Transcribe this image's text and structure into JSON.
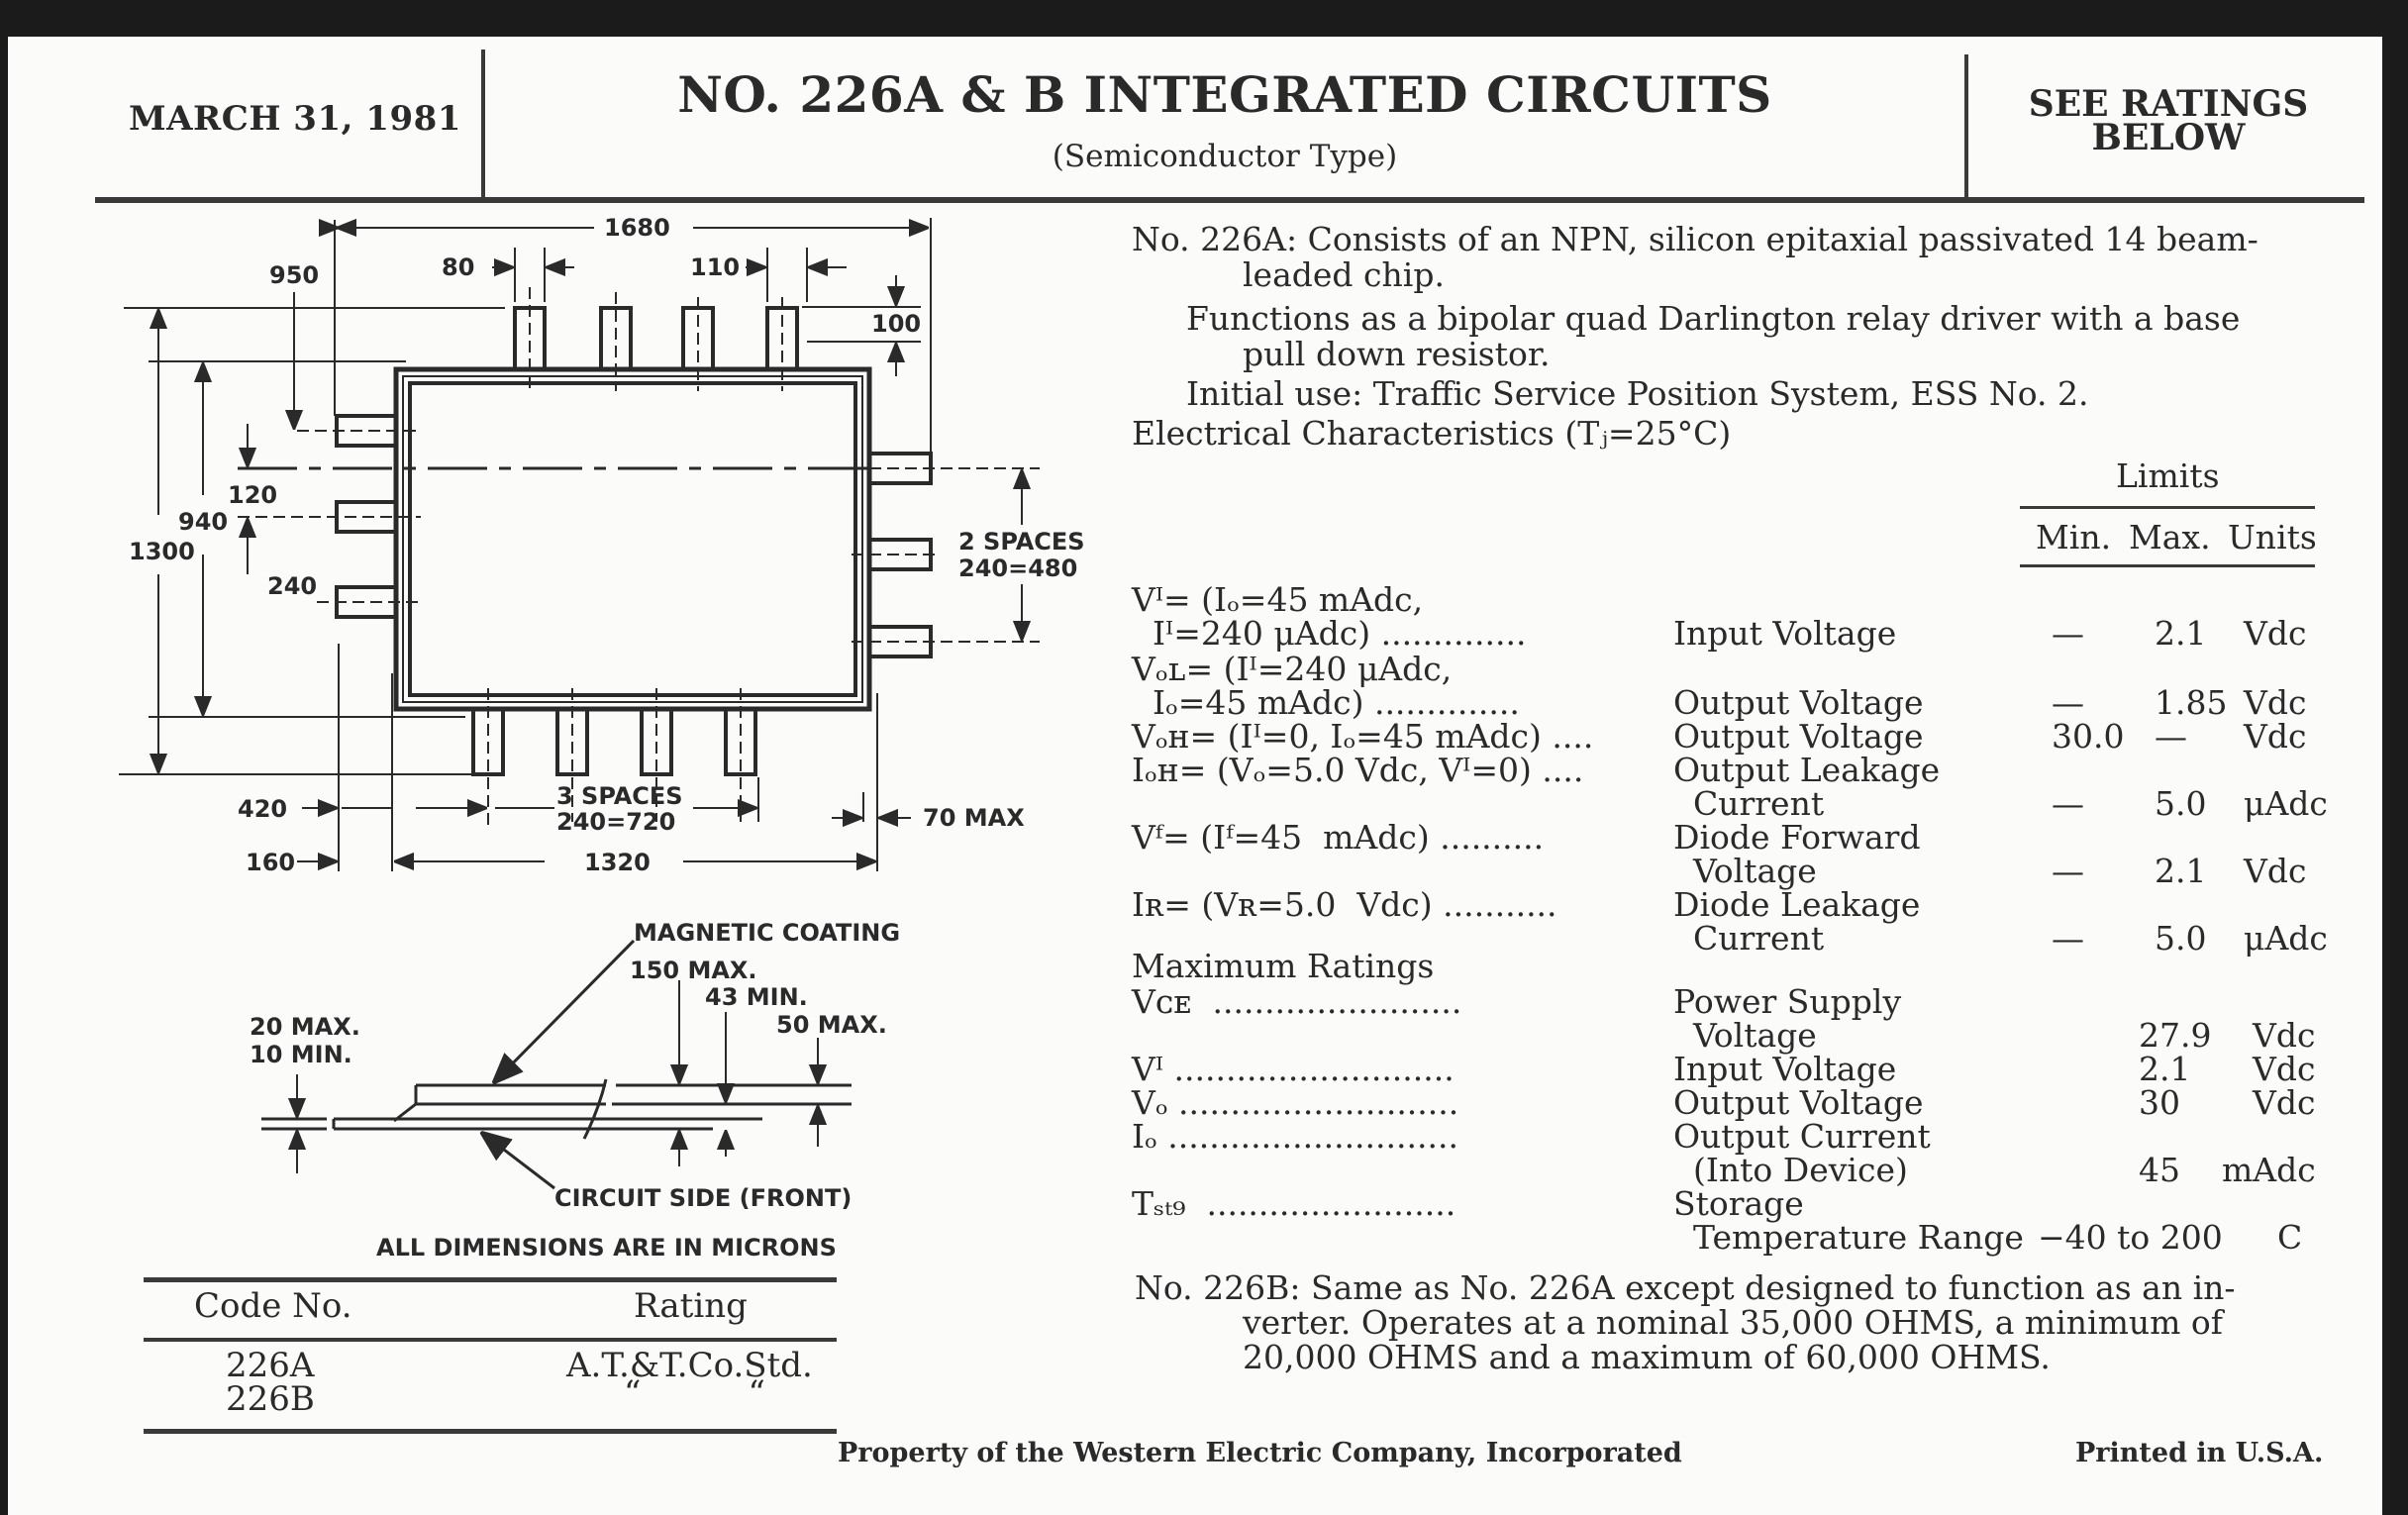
{
  "header": {
    "date": "MARCH 31, 1981",
    "title": "NO. 226A & B INTEGRATED CIRCUITS",
    "subtitle": "(Semiconductor Type)",
    "ratings_note_line1": "SEE RATINGS",
    "ratings_note_line2": "BELOW"
  },
  "drawing": {
    "dims": {
      "d1680": "1680",
      "d950": "950",
      "d80": "80",
      "d110": "110",
      "d100": "100",
      "d120": "120",
      "d940": "940",
      "d1300": "1300",
      "d240": "240",
      "spaces2_line1": "2 SPACES",
      "spaces2_line2": "240=480",
      "d420": "420",
      "spaces3_line1": "3 SPACES",
      "spaces3_line2": "240=720",
      "d70max": "70 MAX",
      "d160": "160",
      "d1320": "1320"
    },
    "side_view": {
      "magnetic_coating": "MAGNETIC COATING",
      "max150": "150 MAX.",
      "min43": "43 MIN.",
      "max50": "50 MAX.",
      "max20": "20 MAX.",
      "min10": "10 MIN.",
      "circuit_side": "CIRCUIT SIDE (FRONT)"
    },
    "units_note": "ALL DIMENSIONS ARE IN MICRONS"
  },
  "code_table": {
    "headers": [
      "Code No.",
      "Rating"
    ],
    "rows": [
      [
        "226A",
        "A.T.&T.Co.Std."
      ],
      [
        "226B",
        "“          “"
      ]
    ]
  },
  "description": {
    "p1_line1": "No. 226A: Consists of an NPN, silicon epitaxial passivated 14 beam-",
    "p1_line2": "leaded chip.",
    "p2_line1": "Functions as a bipolar quad Darlington relay driver with a base",
    "p2_line2": "pull down resistor.",
    "p3": "Initial use: Traffic Service Position System, ESS No. 2.",
    "elec_heading": "Electrical Characteristics (Tⱼ=25°C)"
  },
  "limits_table": {
    "group_header": "Limits",
    "col_min": "Min.",
    "col_max": "Max.",
    "col_units": "Units",
    "rows": [
      {
        "cond1": "Vᴵ= (Iₒ=45 mAdc,",
        "cond2": "  Iᴵ=240 μAdc) ..............",
        "param1": "Input Voltage",
        "param2": "",
        "min": "—",
        "max": "2.1",
        "units": "Vdc"
      },
      {
        "cond1": "Vₒʟ= (Iᴵ=240 μAdc,",
        "cond2": "  Iₒ=45 mAdc) ..............",
        "param1": "Output Voltage",
        "param2": "",
        "min": "—",
        "max": "1.85",
        "units": "Vdc"
      },
      {
        "cond1": "Vₒʜ= (Iᴵ=0, Iₒ=45 mAdc) ....",
        "cond2": "",
        "param1": "Output Voltage",
        "param2": "",
        "min": "30.0",
        "max": "—",
        "units": "Vdc"
      },
      {
        "cond1": "Iₒʜ= (Vₒ=5.0 Vdc, Vᴵ=0) ....",
        "cond2": "",
        "param1": "Output Leakage",
        "param2": "Current",
        "min": "—",
        "max": "5.0",
        "units": "μAdc"
      },
      {
        "cond1": "Vᶠ= (Iᶠ=45  mAdc) ..........",
        "cond2": "",
        "param1": "Diode Forward",
        "param2": "Voltage",
        "min": "—",
        "max": "2.1",
        "units": "Vdc"
      },
      {
        "cond1": "Iʀ= (Vʀ=5.0  Vdc) ...........",
        "cond2": "",
        "param1": "Diode Leakage",
        "param2": "Current",
        "min": "—",
        "max": "5.0",
        "units": "μAdc"
      }
    ]
  },
  "max_ratings": {
    "heading": "Maximum Ratings",
    "rows": [
      {
        "symbol": "Vᴄᴇ  ........................",
        "param1": "Power Supply",
        "param2": "Voltage",
        "value": "27.9",
        "units": "Vdc"
      },
      {
        "symbol": "Vᴵ ...........................",
        "param1": "Input Voltage",
        "param2": "",
        "value": "2.1",
        "units": "Vdc"
      },
      {
        "symbol": "Vₒ ...........................",
        "param1": "Output Voltage",
        "param2": "",
        "value": "30",
        "units": "Vdc"
      },
      {
        "symbol": "Iₒ ............................",
        "param1": "Output Current",
        "param2": "(Into Device)",
        "value": "45",
        "units": "mAdc"
      },
      {
        "symbol": "Tₛₜ₉  ........................",
        "param1": "Storage",
        "param2": "Temperature Range",
        "value": "−40 to 200",
        "units": "C"
      }
    ]
  },
  "note_226b": {
    "line1": "No. 226B: Same as No. 226A except designed to function as an in-",
    "line2": "verter. Operates at a nominal 35,000 OHMS, a minimum of",
    "line3": "20,000 OHMS and a maximum of 60,000 OHMS."
  },
  "footer": {
    "property": "Property of the Western Electric Company, Incorporated",
    "printed": "Printed in U.S.A."
  }
}
